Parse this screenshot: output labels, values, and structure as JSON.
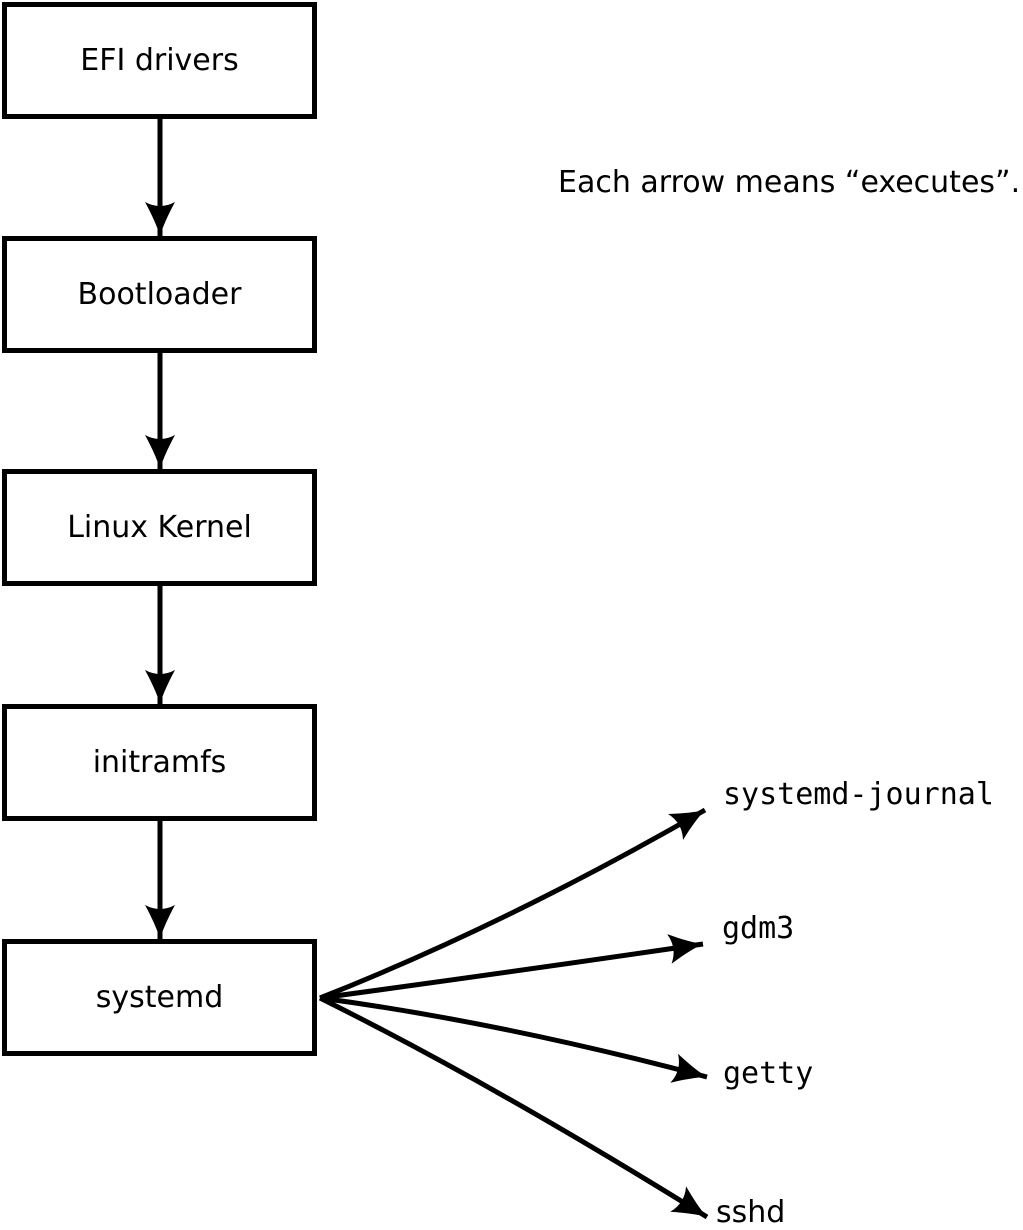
{
  "note": "Each arrow means “executes”.",
  "edge_meaning": "executes",
  "chain": [
    {
      "label": "EFI drivers"
    },
    {
      "label": "Bootloader"
    },
    {
      "label": "Linux Kernel"
    },
    {
      "label": "initramfs"
    },
    {
      "label": "systemd"
    }
  ],
  "spawned": [
    {
      "label": "systemd-journal"
    },
    {
      "label": "gdm3"
    },
    {
      "label": "getty"
    },
    {
      "label": "sshd"
    }
  ],
  "edges": [
    {
      "from": "EFI drivers",
      "to": "Bootloader"
    },
    {
      "from": "Bootloader",
      "to": "Linux Kernel"
    },
    {
      "from": "Linux Kernel",
      "to": "initramfs"
    },
    {
      "from": "initramfs",
      "to": "systemd"
    },
    {
      "from": "systemd",
      "to": "systemd-journal"
    },
    {
      "from": "systemd",
      "to": "gdm3"
    },
    {
      "from": "systemd",
      "to": "getty"
    },
    {
      "from": "systemd",
      "to": "sshd"
    }
  ],
  "colors": {
    "stroke": "#000000",
    "box_fill": "#ffffff",
    "text": "#000000",
    "background": "#ffffff"
  }
}
